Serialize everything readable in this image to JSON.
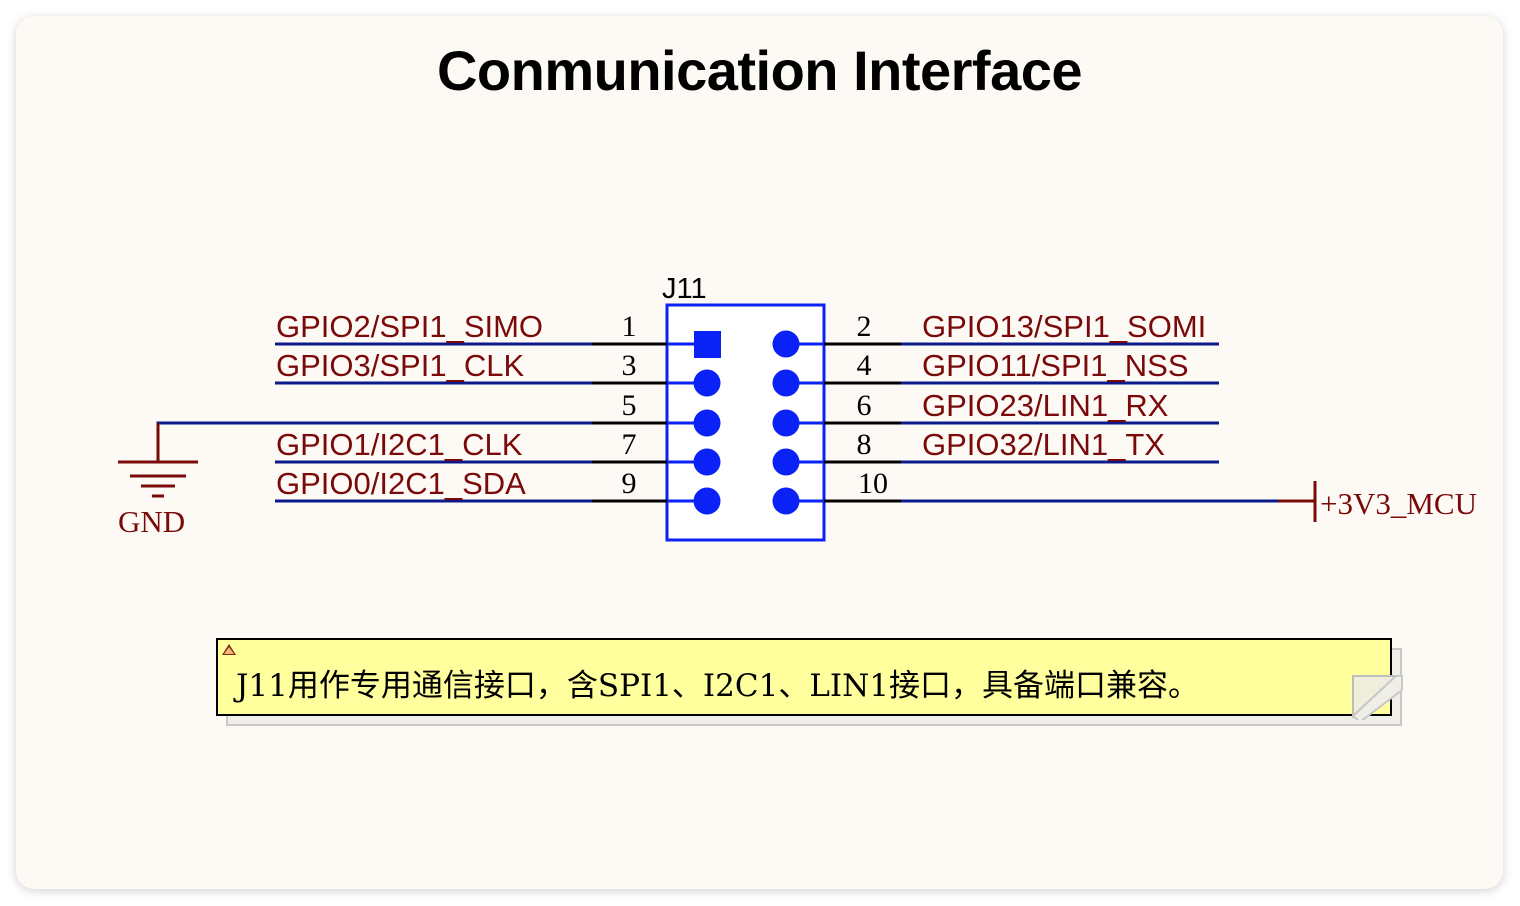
{
  "title": "Conmunication Interface",
  "connector": {
    "ref": "J11",
    "pins": [
      {
        "num": "1",
        "side": "left",
        "net": "GPIO2/SPI1_SIMO",
        "shape": "square"
      },
      {
        "num": "2",
        "side": "right",
        "net": "GPIO13/SPI1_SOMI",
        "shape": "circle"
      },
      {
        "num": "3",
        "side": "left",
        "net": "GPIO3/SPI1_CLK",
        "shape": "circle"
      },
      {
        "num": "4",
        "side": "right",
        "net": "GPIO11/SPI1_NSS",
        "shape": "circle"
      },
      {
        "num": "5",
        "side": "left",
        "net": "GND",
        "shape": "circle"
      },
      {
        "num": "6",
        "side": "right",
        "net": "GPIO23/LIN1_RX",
        "shape": "circle"
      },
      {
        "num": "7",
        "side": "left",
        "net": "GPIO1/I2C1_CLK",
        "shape": "circle"
      },
      {
        "num": "8",
        "side": "right",
        "net": "GPIO32/LIN1_TX",
        "shape": "circle"
      },
      {
        "num": "9",
        "side": "left",
        "net": "GPIO0/I2C1_SDA",
        "shape": "circle"
      },
      {
        "num": "10",
        "side": "right",
        "net": "+3V3_MCU",
        "shape": "circle"
      }
    ]
  },
  "labels": {
    "net_left": [
      "GPIO2/SPI1_SIMO",
      "GPIO3/SPI1_CLK",
      "GPIO1/I2C1_CLK",
      "GPIO0/I2C1_SDA"
    ],
    "net_right": [
      "GPIO13/SPI1_SOMI",
      "GPIO11/SPI1_NSS",
      "GPIO23/LIN1_RX",
      "GPIO32/LIN1_TX"
    ],
    "gnd": "GND",
    "power": "+3V3_MCU"
  },
  "note": {
    "text": "J11用作专用通信接口，含SPI1、I2C1、LIN1接口，具备端口兼容。"
  },
  "colors": {
    "wire": "#0a1a8c",
    "pin_stub": "#000000",
    "component": "#0a22f5",
    "net_label": "#7a0a0a",
    "note_bg": "#ffff9e",
    "card_bg": "#fdfaf5"
  }
}
